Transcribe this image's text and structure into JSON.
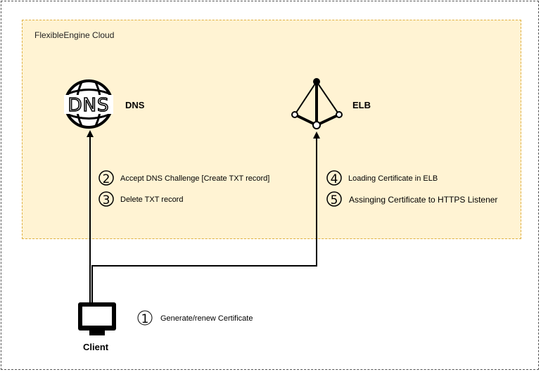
{
  "region": {
    "label": "FlexibleEngine Cloud"
  },
  "nodes": {
    "dns": {
      "label": "DNS",
      "icon": "dns-globe-icon",
      "icon_text": "DNS"
    },
    "elb": {
      "label": "ELB",
      "icon": "load-balancer-icon"
    },
    "client": {
      "label": "Client",
      "icon": "monitor-icon"
    }
  },
  "steps": [
    {
      "number": "1",
      "text": "Generate/renew Certificate"
    },
    {
      "number": "2",
      "text": "Accept DNS Challenge [Create TXT record]"
    },
    {
      "number": "3",
      "text": "Delete TXT record"
    },
    {
      "number": "4",
      "text": "Loading Certificate in ELB"
    },
    {
      "number": "5",
      "text": "Assinging Certificate to HTTPS Listener"
    }
  ]
}
